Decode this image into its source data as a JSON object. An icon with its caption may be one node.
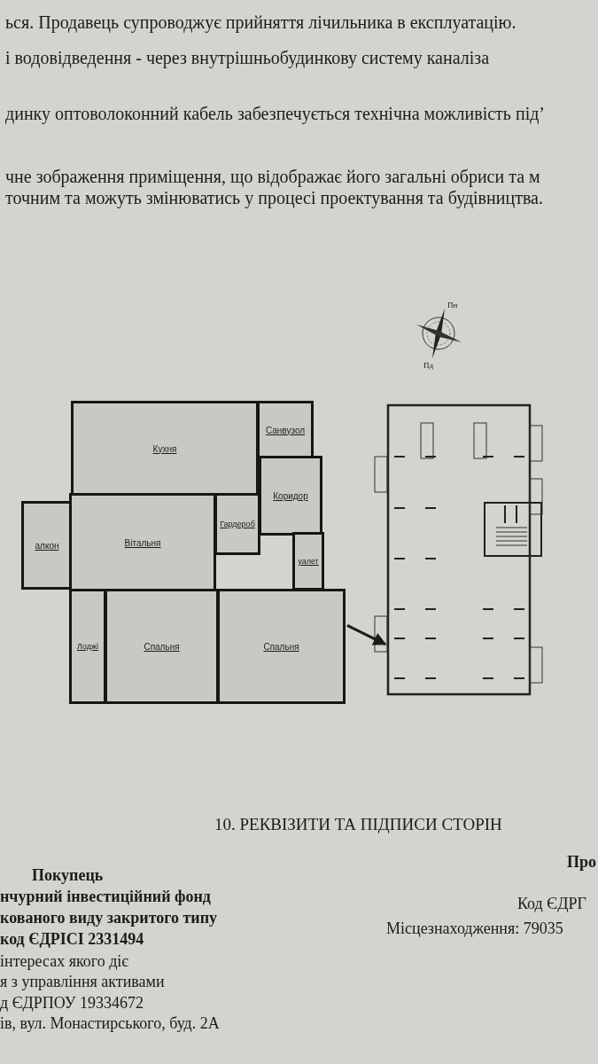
{
  "diagram": {
    "nodes": [
      {
        "text": [],
        "shape": "picture"
      },
      {
        "text": [
          "Кухня"
        ],
        "in": 0
      },
      {
        "text": [
          "Санвузол"
        ],
        "in": 0
      },
      {
        "text": [
          "Гардероб"
        ],
        "in": 0
      },
      {
        "text": [
          "Коридор"
        ],
        "in": 0
      },
      {
        "text": [
          "алкон"
        ],
        "in": 0
      },
      {
        "text": [
          "Вітальня"
        ],
        "in": 0
      },
      {
        "text": [
          "уалет"
        ],
        "in": 0
      },
      {
        "text": [
          "Лоджі"
        ],
        "in": 0
      },
      {
        "text": [
          "Спальня"
        ],
        "in": 0
      },
      {
        "text": [
          "Спальня"
        ],
        "in": 0
      },
      {
        "text": [],
        "shape": "picture"
      }
    ],
    "edges": [
      {
        "from": 0,
        "to": 11,
        "arrow": "to"
      }
    ],
    "labels": [
      "ься. Продавець супроводжує прийняття лічильника в експлуатацію.",
      "і водовідведення - через внутрішньобудинкову систему каналіза",
      "динку оптоволоконний кабель забезпечується технічна можливість під’",
      "чне зображення приміщення, що відображає його загальні обриси та м",
      "точним та можуть змінюватись у процесі проектування та будівництва.",
      "Пн",
      "Пд",
      "10. РЕКВІЗИТИ ТА ПІДПИСИ СТОРІН",
      "Про",
      "Покупець",
      "нчурний інвестиційний фонд",
      "Код ЄДРГ",
      "кованого виду закритого типу",
      "Місцезнаходження: 79035",
      "код ЄДРІСІ 2331494",
      "інтересах якого діє",
      "я з управління активами",
      "д ЄДРПОУ 19334672",
      "ів, вул. Монастирського, буд. 2А"
    ]
  }
}
